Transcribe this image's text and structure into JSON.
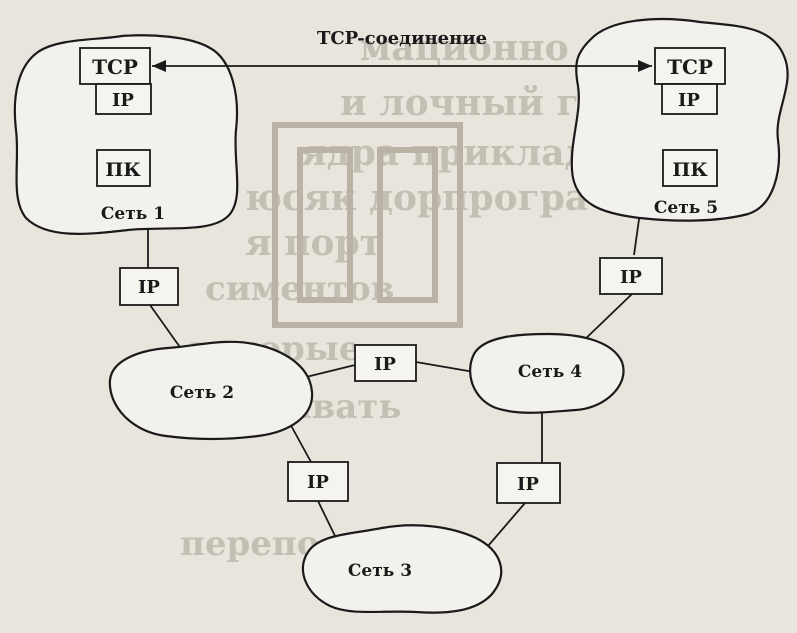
{
  "colors": {
    "ink": "#1a1a1a",
    "paper": "#e9e5dc",
    "fill": "#f3f1ec"
  },
  "diagram": {
    "connection_label": "TCP-соединение",
    "networks": {
      "net1": "Сеть 1",
      "net2": "Сеть 2",
      "net3": "Сеть 3",
      "net4": "Сеть 4",
      "net5": "Сеть 5"
    },
    "host_left": {
      "tcp": "TCP",
      "ip": "IP",
      "pc": "ПК"
    },
    "host_right": {
      "tcp": "TCP",
      "ip": "IP",
      "pc": "ПК"
    },
    "routers": {
      "r1": "IP",
      "r5": "IP",
      "r24": "IP",
      "r23": "IP",
      "r34": "IP"
    }
  }
}
